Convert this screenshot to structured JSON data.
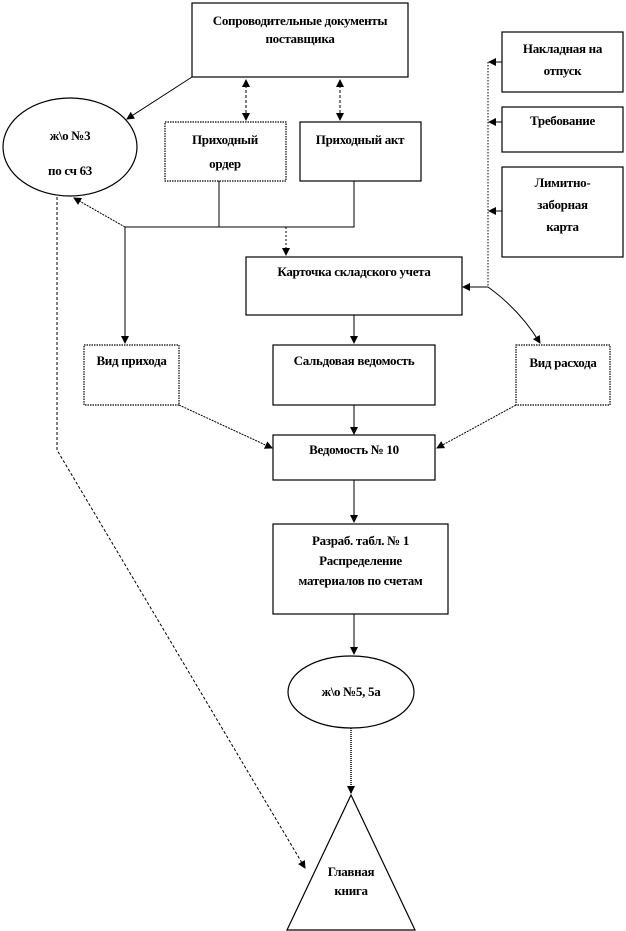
{
  "nodes": {
    "supplier_docs": "Сопроводительные документы поставщика",
    "journal3_line1": "ж\\о №3",
    "journal3_line2": "по сч 63",
    "receipt_order": "Приходный ордер",
    "receipt_act": "Приходный акт",
    "invoice": "Накладная на отпуск",
    "requisition": "Требование",
    "limit_card": "Лимитно-заборная карта",
    "stock_card": "Карточка складского учета",
    "income_type": "Вид прихода",
    "balance_sheet": "Сальдовая ведомость",
    "expense_type": "Вид расхода",
    "statement10": "Ведомость № 10",
    "table1_line1": "Разраб. табл. № 1",
    "table1_line2": "Распределение",
    "table1_line3": "материалов по счетам",
    "journal5": "ж\\о №5, 5а",
    "general_ledger": "Главная книга"
  }
}
